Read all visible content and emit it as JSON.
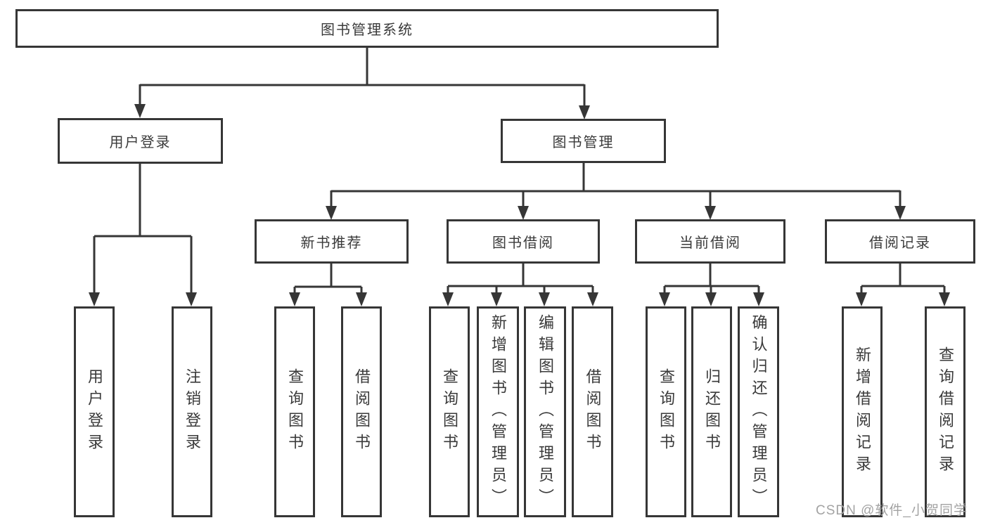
{
  "tree": {
    "root": {
      "label": "图书管理系统"
    },
    "children": [
      {
        "label": "用户登录",
        "children": [
          {
            "label": "用户登录"
          },
          {
            "label": "注销登录"
          }
        ]
      },
      {
        "label": "图书管理",
        "children": [
          {
            "label": "新书推荐",
            "children": [
              {
                "label": "查询图书"
              },
              {
                "label": "借阅图书"
              }
            ]
          },
          {
            "label": "图书借阅",
            "children": [
              {
                "label": "查询图书"
              },
              {
                "label": "新增图书（管理员）"
              },
              {
                "label": "编辑图书（管理员）"
              },
              {
                "label": "借阅图书"
              }
            ]
          },
          {
            "label": "当前借阅",
            "children": [
              {
                "label": "查询图书"
              },
              {
                "label": "归还图书"
              },
              {
                "label": "确认归还（管理员）"
              }
            ]
          },
          {
            "label": "借阅记录",
            "children": [
              {
                "label": "新增借阅记录"
              },
              {
                "label": "查询借阅记录"
              }
            ]
          }
        ]
      }
    ]
  },
  "watermark": "CSDN @软件_小贺同学",
  "colors": {
    "line": "#363636",
    "text": "#3a3a3a",
    "watermark": "#a3a3a3",
    "background": "#ffffff"
  }
}
